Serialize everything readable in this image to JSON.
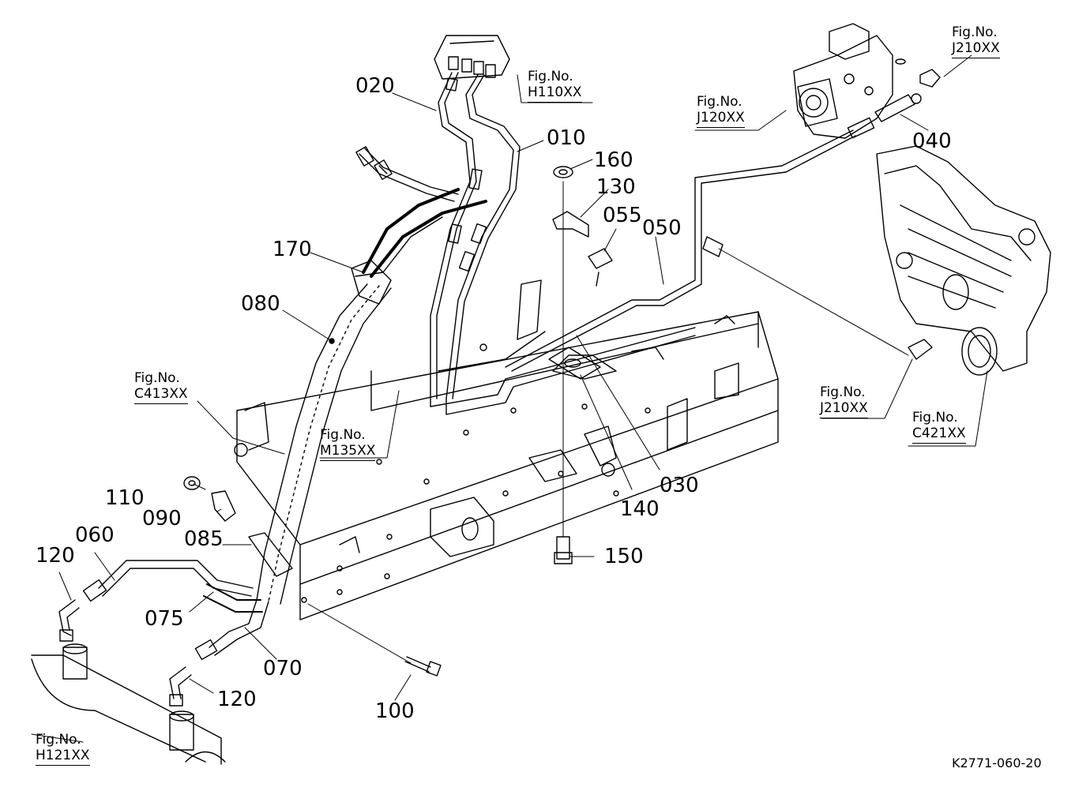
{
  "parts": [
    {
      "id": "p020",
      "number": "020"
    },
    {
      "id": "p010",
      "number": "010"
    },
    {
      "id": "p160",
      "number": "160"
    },
    {
      "id": "p130",
      "number": "130"
    },
    {
      "id": "p055",
      "number": "055"
    },
    {
      "id": "p050",
      "number": "050"
    },
    {
      "id": "p170",
      "number": "170"
    },
    {
      "id": "p080",
      "number": "080"
    },
    {
      "id": "p040",
      "number": "040"
    },
    {
      "id": "p110",
      "number": "110"
    },
    {
      "id": "p090",
      "number": "090"
    },
    {
      "id": "p060",
      "number": "060"
    },
    {
      "id": "p120a",
      "number": "120"
    },
    {
      "id": "p085",
      "number": "085"
    },
    {
      "id": "p075",
      "number": "075"
    },
    {
      "id": "p070",
      "number": "070"
    },
    {
      "id": "p120b",
      "number": "120"
    },
    {
      "id": "p100",
      "number": "100"
    },
    {
      "id": "p150",
      "number": "150"
    },
    {
      "id": "p140",
      "number": "140"
    },
    {
      "id": "p030",
      "number": "030"
    }
  ],
  "figure_refs": [
    {
      "id": "h110",
      "prefix": "Fig.No.",
      "code": "H110XX"
    },
    {
      "id": "j120",
      "prefix": "Fig.No.",
      "code": "J120XX"
    },
    {
      "id": "j210a",
      "prefix": "Fig.No.",
      "code": "J210XX"
    },
    {
      "id": "c413",
      "prefix": "Fig.No.",
      "code": "C413XX"
    },
    {
      "id": "m135",
      "prefix": "Fig.No.",
      "code": "M135XX"
    },
    {
      "id": "j210b",
      "prefix": "Fig.No.",
      "code": "J210XX"
    },
    {
      "id": "c421",
      "prefix": "Fig.No.",
      "code": "C421XX"
    },
    {
      "id": "h121",
      "prefix": "Fig.No.",
      "code": "H121XX"
    }
  ],
  "drawing_code": "K2771-060-20"
}
